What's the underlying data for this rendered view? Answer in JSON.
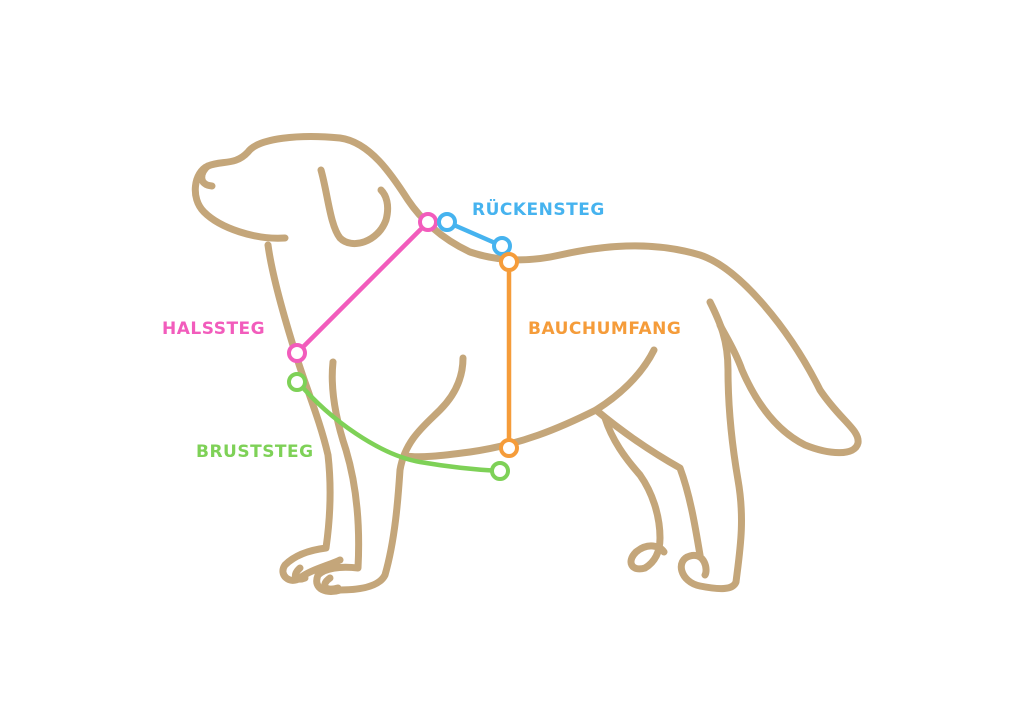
{
  "colors": {
    "outline": "#c4a67a",
    "halssteg": "#f25cbc",
    "rueckensteg": "#46b3ef",
    "bauchumfang": "#f59c3a",
    "briststeg": "#7ed157"
  },
  "labels": {
    "rueckensteg": "RÜCKENSTEG",
    "halssteg": "HALSSTEG",
    "bauchumfang": "BAUCHUMFANG",
    "bruststeg": "BRUSTSTEG"
  }
}
